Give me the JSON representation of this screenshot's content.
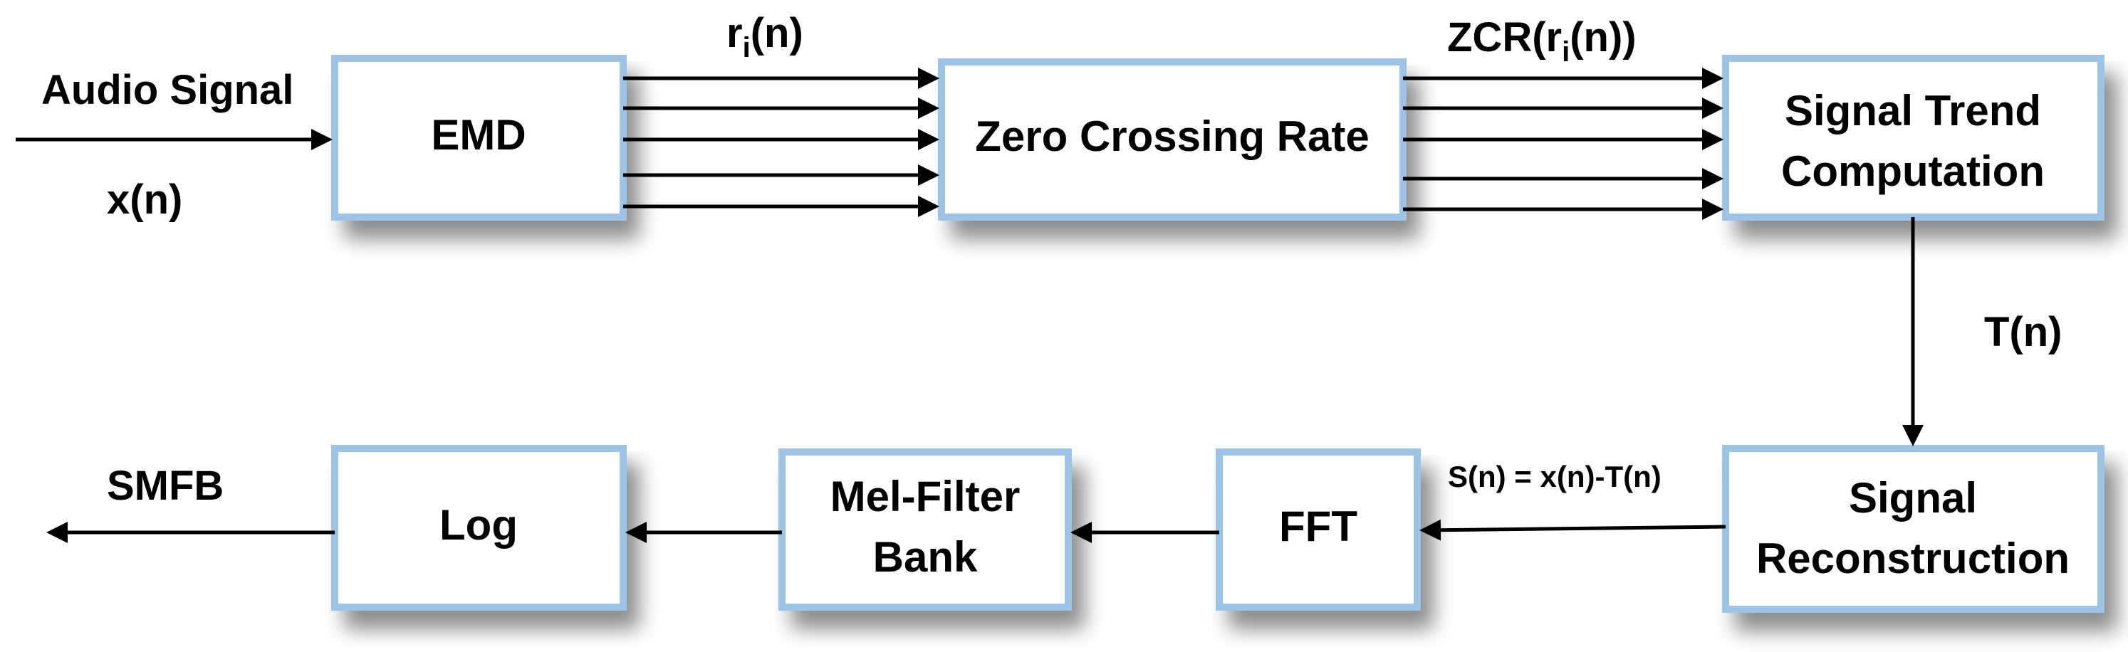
{
  "boxes": {
    "emd": "EMD",
    "zcr": "Zero Crossing Rate",
    "trend_line1": "Signal Trend",
    "trend_line2": "Computation",
    "recon_line1": "Signal",
    "recon_line2": "Reconstruction",
    "fft": "FFT",
    "mel_line1": "Mel-Filter",
    "mel_line2": "Bank",
    "log": "Log"
  },
  "labels": {
    "audio_signal": "Audio Signal",
    "x_n": "x(n)",
    "r_i_main": "r",
    "r_i_sub": "i",
    "r_i_tail": "(n)",
    "zcr_head": "ZCR(r",
    "zcr_sub": "i",
    "zcr_tail": "(n))",
    "t_n": "T(n)",
    "s_n": "S(n) = x(n)-T(n)",
    "smfb": "SMFB"
  }
}
